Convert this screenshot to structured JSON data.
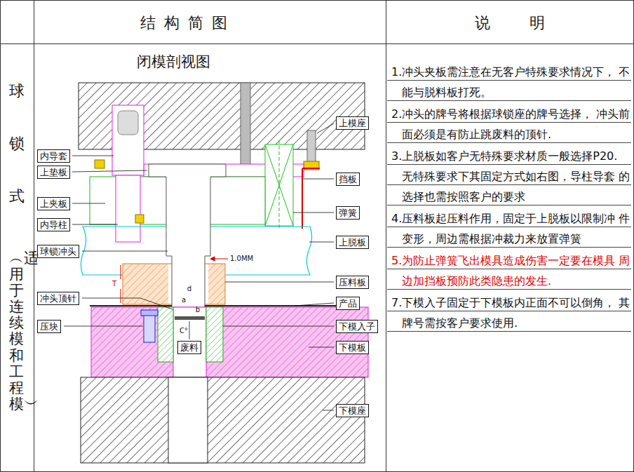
{
  "diagram": {
    "title": "闭模剖视图",
    "nodes": [
      {
        "text": [
          "内导套"
        ]
      },
      {
        "text": [
          "上垫板"
        ]
      },
      {
        "text": [
          "上夹板"
        ]
      },
      {
        "text": [
          "内导柱"
        ]
      },
      {
        "text": [
          "球锁冲头"
        ]
      },
      {
        "text": [
          "冲头顶针"
        ]
      },
      {
        "text": [
          "压块"
        ]
      },
      {
        "text": [
          "废料"
        ]
      },
      {
        "text": [
          "上模座"
        ]
      },
      {
        "text": [
          "挡板"
        ]
      },
      {
        "text": [
          "弹簧"
        ]
      },
      {
        "text": [
          "上脱板"
        ]
      },
      {
        "text": [
          "压料板"
        ]
      },
      {
        "text": [
          "产品"
        ]
      },
      {
        "text": [
          "下模入子"
        ]
      },
      {
        "text": [
          "下模板"
        ]
      },
      {
        "text": [
          "下模座"
        ]
      }
    ],
    "labels": [
      "结构简图",
      "说明",
      "球锁式",
      "︵适用于连续模和工程模︶",
      "1.0MM",
      "T",
      "d",
      "a",
      "b",
      "C°",
      "1.冲头夹板需注意在无客户特殊要求情况下， 不能与脱料板打死。",
      "2.冲头的牌号将根据球锁座的牌号选择， 冲头前面必须是有防止跳废料的顶针.",
      "3.上脱板如客户无特殊要求材质一般选择P20. 无特殊要求下其固定方式如右图，导柱导套 的选择也需按照客户的要求",
      "4.压料板起压料作用，固定于上脱板以限制冲 件变形，周边需根据冲裁力来放置弹簧",
      "5.为防止弹簧飞出模具造成伤害一定要在模具 周边加挡板预防此类隐患的发生.",
      "7.下模入子固定于下模板内正面不可以倒角， 其牌号需按客户要求使用."
    ]
  }
}
